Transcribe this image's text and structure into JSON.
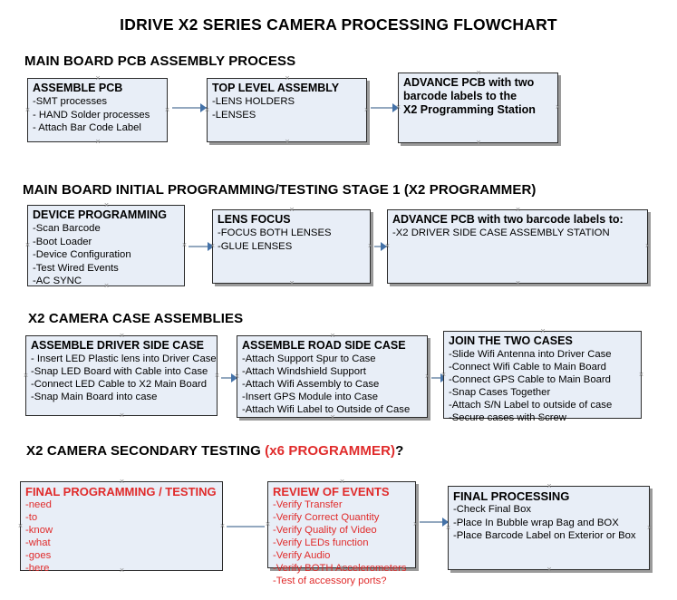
{
  "document": {
    "title": "IDRIVE X2  SERIES CAMERA PROCESSING FLOWCHART"
  },
  "sections": [
    {
      "id": "main-board-pcb-assembly",
      "heading": "MAIN BOARD PCB ASSEMBLY PROCESS",
      "boxes": [
        {
          "id": "assemble-pcb",
          "header": "ASSEMBLE PCB",
          "items": [
            "-SMT processes",
            "- HAND Solder processes",
            "- Attach Bar Code Label"
          ]
        },
        {
          "id": "top-level-assembly",
          "header": "TOP LEVEL ASSEMBLY",
          "items": [
            "-LENS HOLDERS",
            "-LENSES"
          ]
        },
        {
          "id": "advance-pcb-programming-station",
          "header": "ADVANCE PCB with two",
          "header_line2": "barcode labels to the",
          "header_line3": " X2 Programming Station",
          "items": []
        }
      ]
    },
    {
      "id": "main-board-initial-programming",
      "heading": "MAIN BOARD INITIAL PROGRAMMING/TESTING STAGE 1 (X2 PROGRAMMER)",
      "boxes": [
        {
          "id": "device-programming",
          "header": "DEVICE PROGRAMMING",
          "items": [
            "-Scan Barcode",
            "-Boot Loader",
            "-Device Configuration",
            "-Test Wired Events",
            "-AC SYNC"
          ]
        },
        {
          "id": "lens-focus",
          "header": "LENS FOCUS",
          "items": [
            "-FOCUS BOTH LENSES",
            "-GLUE LENSES"
          ]
        },
        {
          "id": "advance-pcb-driver-side-case",
          "header": "ADVANCE PCB with two barcode labels to:",
          "items": [
            "-X2 DRIVER  SIDE  CASE  ASSEMBLY STATION"
          ]
        }
      ]
    },
    {
      "id": "x2-camera-case-assemblies",
      "heading": "X2 CAMERA CASE ASSEMBLIES",
      "boxes": [
        {
          "id": "assemble-driver-side-case",
          "header": "ASSEMBLE DRIVER SIDE CASE",
          "items": [
            "- Insert LED Plastic lens into Driver Case",
            "-Snap LED Board with Cable into Case",
            "-Connect LED Cable to X2 Main Board",
            "-Snap Main Board into case"
          ]
        },
        {
          "id": "assemble-road-side-case",
          "header": "ASSEMBLE ROAD SIDE CASE",
          "items": [
            "-Attach Support Spur to Case",
            "-Attach Windshield Support",
            "-Attach Wifi Assembly to Case",
            "-Insert GPS Module into Case",
            "-Attach Wifi Label to Outside of Case"
          ]
        },
        {
          "id": "join-the-two-cases",
          "header": "JOIN THE TWO CASES",
          "items": [
            "-Slide Wifi Antenna into Driver Case",
            "-Connect Wifi Cable to Main Board",
            "-Connect GPS Cable to Main Board",
            "-Snap Cases Together",
            "-Attach S/N Label to outside of case",
            "-Secure cases with Screw"
          ]
        }
      ]
    },
    {
      "id": "x2-camera-secondary-testing",
      "heading": "X2 CAMERA SECONDARY TESTING ",
      "heading_red": "(x6 PROGRAMMER)",
      "heading_tail": "?",
      "boxes": [
        {
          "id": "final-programming-testing",
          "header": "FINAL PROGRAMMING / TESTING",
          "items": [
            "-need",
            "-to",
            "-know",
            "-what",
            "-goes",
            "-here"
          ]
        },
        {
          "id": "review-of-events",
          "header": "REVIEW OF EVENTS",
          "items": [
            "-Verify Transfer",
            "-Verify Correct Quantity",
            "-Verify Quality of Video",
            "-Verify LEDs function",
            "-Verify Audio",
            "-Verify BOTH Accelerometers",
            "-Test of accessory ports?"
          ]
        },
        {
          "id": "final-processing",
          "header": "FINAL PROCESSING",
          "items": [
            " -Check Final Box",
            "-Place In Bubble wrap Bag and BOX",
            "-Place Barcode Label on Exterior or Box"
          ]
        }
      ]
    }
  ],
  "colors": {
    "box_fill": "#e8eef7",
    "box_border": "#2b2b2b",
    "accent_red": "#e02b2b",
    "connector_line": "#93a8bf",
    "connector_arrow": "#4472a8",
    "shadow": "#9a9a9a"
  }
}
